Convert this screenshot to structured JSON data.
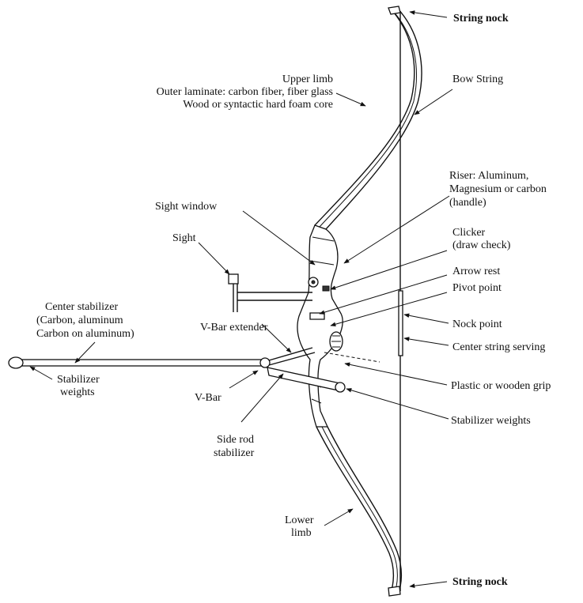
{
  "diagram": {
    "labels": {
      "string_nock_top": "String nock",
      "upper_limb_1": "Upper limb",
      "upper_limb_2": "Outer laminate: carbon fiber, fiber glass",
      "upper_limb_3": "Wood or syntactic hard foam core",
      "bow_string": "Bow String",
      "riser_1": "Riser: Aluminum,",
      "riser_2": "Magnesium or carbon",
      "riser_3": "(handle)",
      "sight_window": "Sight window",
      "sight": "Sight",
      "clicker_1": "Clicker",
      "clicker_2": "(draw check)",
      "arrow_rest": "Arrow rest",
      "pivot_point": "Pivot point",
      "center_stab_1": "Center stabilizer",
      "center_stab_2": "(Carbon, aluminum",
      "center_stab_3": "Carbon on aluminum)",
      "vbar_extender": "V-Bar extender",
      "nock_point": "Nock point",
      "center_serving": "Center string serving",
      "stab_weights_left_1": "Stabilizer",
      "stab_weights_left_2": "weights",
      "vbar": "V-Bar",
      "grip": "Plastic or wooden grip",
      "stab_weights_right": "Stabilizer  weights",
      "side_rod_1": "Side rod",
      "side_rod_2": "stabilizer",
      "lower_limb_1": "Lower",
      "lower_limb_2": "limb",
      "string_nock_bottom": "String nock"
    }
  }
}
